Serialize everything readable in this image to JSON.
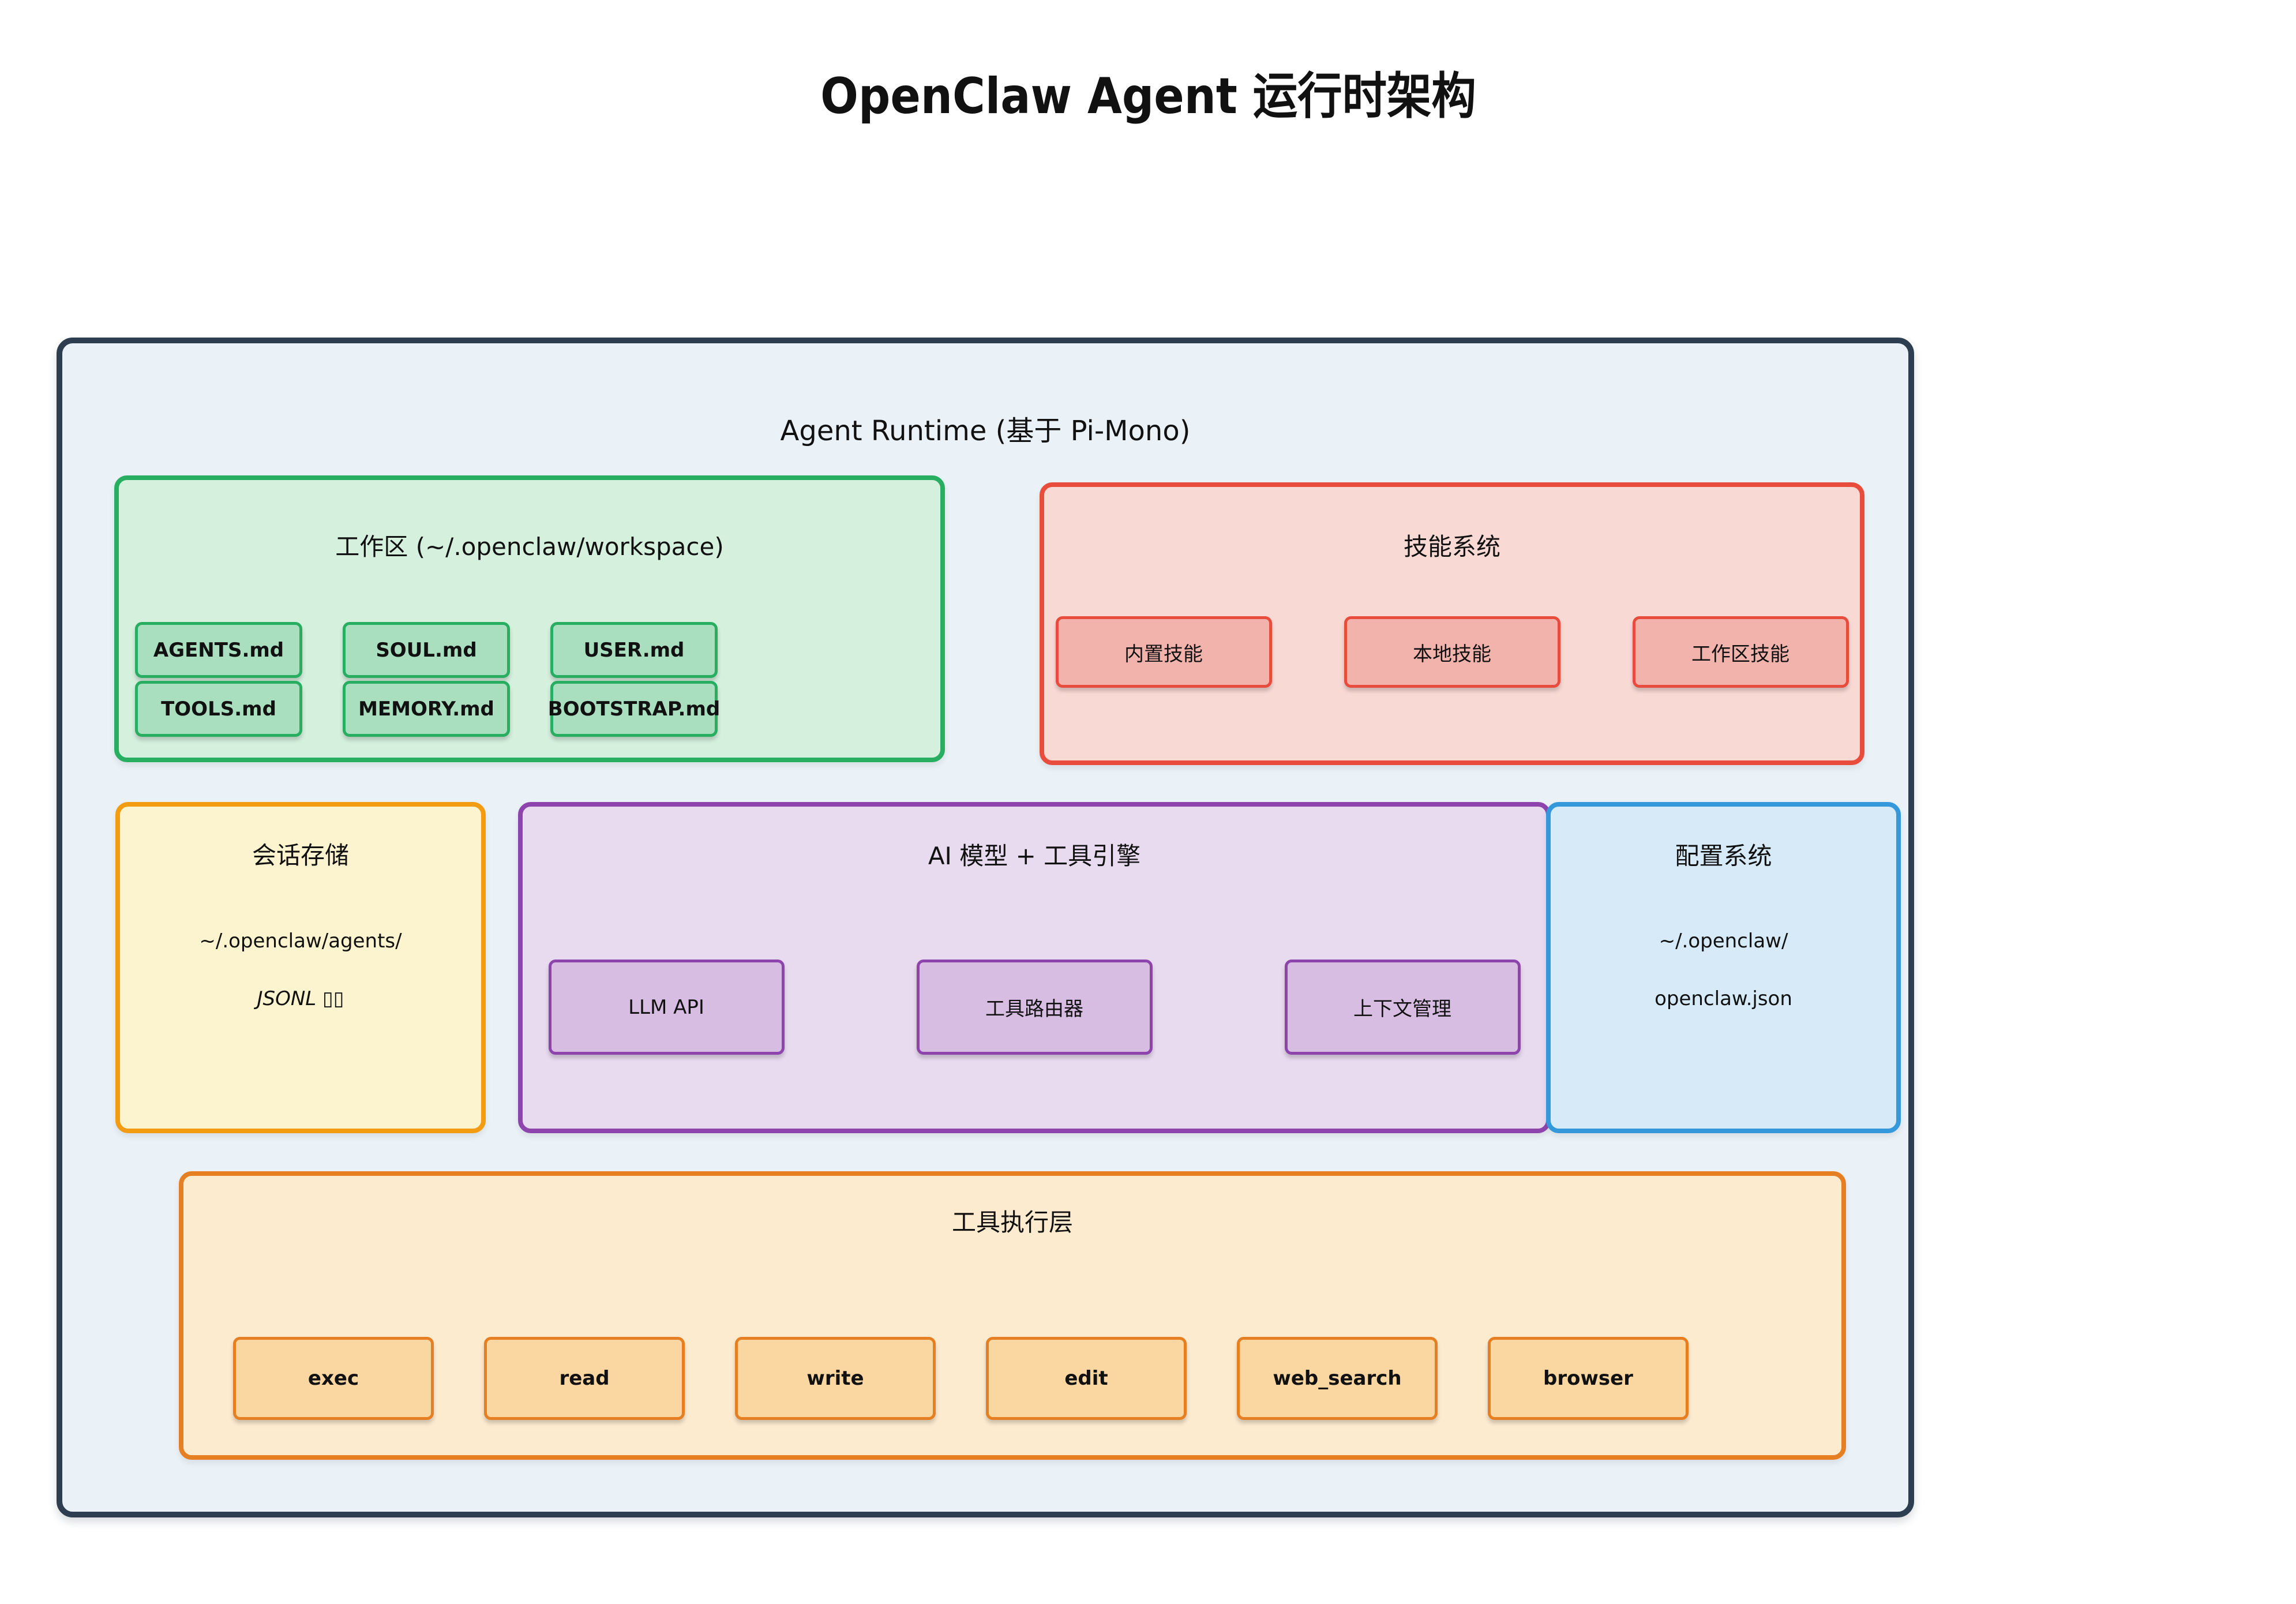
{
  "title": "OpenClaw Agent 运行时架构",
  "runtime": {
    "label": "Agent Runtime (基于 Pi-Mono)",
    "workspace": {
      "title": "工作区 (~/.openclaw/workspace)",
      "files": [
        "AGENTS.md",
        "SOUL.md",
        "USER.md",
        "TOOLS.md",
        "MEMORY.md",
        "BOOTSTRAP.md"
      ]
    },
    "skills": {
      "title": "技能系统",
      "items": [
        "内置技能",
        "本地技能",
        "工作区技能"
      ]
    },
    "session_store": {
      "title": "会话存储",
      "path": "~/.openclaw/agents/",
      "format": "JSONL ▯▯"
    },
    "engine": {
      "title": "AI 模型 + 工具引擎",
      "items": [
        "LLM API",
        "工具路由器",
        "上下文管理"
      ]
    },
    "config": {
      "title": "配置系统",
      "path": "~/.openclaw/",
      "file": "openclaw.json"
    },
    "tools": {
      "title": "工具执行层",
      "items": [
        "exec",
        "read",
        "write",
        "edit",
        "web_search",
        "browser"
      ]
    }
  },
  "colors": {
    "outer_border": "#2c3e50",
    "outer_fill": "#eaf2f8",
    "workspace_border": "#27ae60",
    "workspace_fill": "#d6f0de",
    "workspace_item_fill": "#a9dfbf",
    "skills_border": "#e74c3c",
    "skills_fill": "#f9d9d4",
    "skills_item_fill": "#f2b3ac",
    "session_border": "#f39c12",
    "session_fill": "#fcf3cf",
    "engine_border": "#8e44ad",
    "engine_fill": "#e8daef",
    "engine_item_fill": "#d7bde2",
    "config_border": "#3498db",
    "config_fill": "#d6eaf8",
    "tools_border": "#e67e22",
    "tools_fill": "#fdebd0",
    "tools_item_fill": "#fad7a0"
  }
}
